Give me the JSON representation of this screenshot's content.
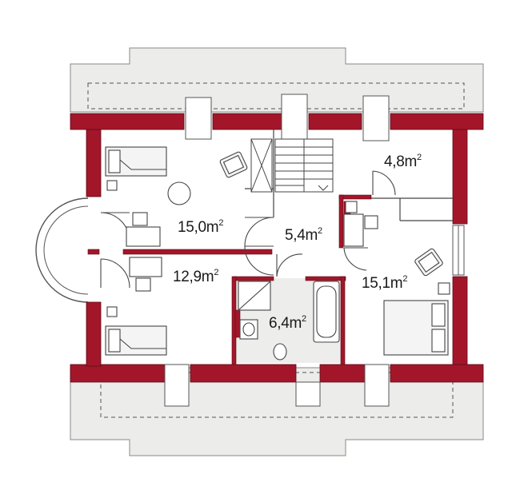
{
  "colors": {
    "wall": "#a3162a",
    "wall_outline": "#5b0c16",
    "roof": "#ececea",
    "roof_outline": "#8a8a8a",
    "floor": "#ffffff",
    "bath_floor": "#ededeb",
    "furniture_stroke": "#444444",
    "furniture_fill": "#f2f2f2"
  },
  "rooms": [
    {
      "area": "15,0m",
      "unit_exp": "2"
    },
    {
      "area": "5,4m",
      "unit_exp": "2"
    },
    {
      "area": "4,8m",
      "unit_exp": "2"
    },
    {
      "area": "12,9m",
      "unit_exp": "2"
    },
    {
      "area": "6,4m",
      "unit_exp": "2"
    },
    {
      "area": "15,1m",
      "unit_exp": "2"
    }
  ]
}
